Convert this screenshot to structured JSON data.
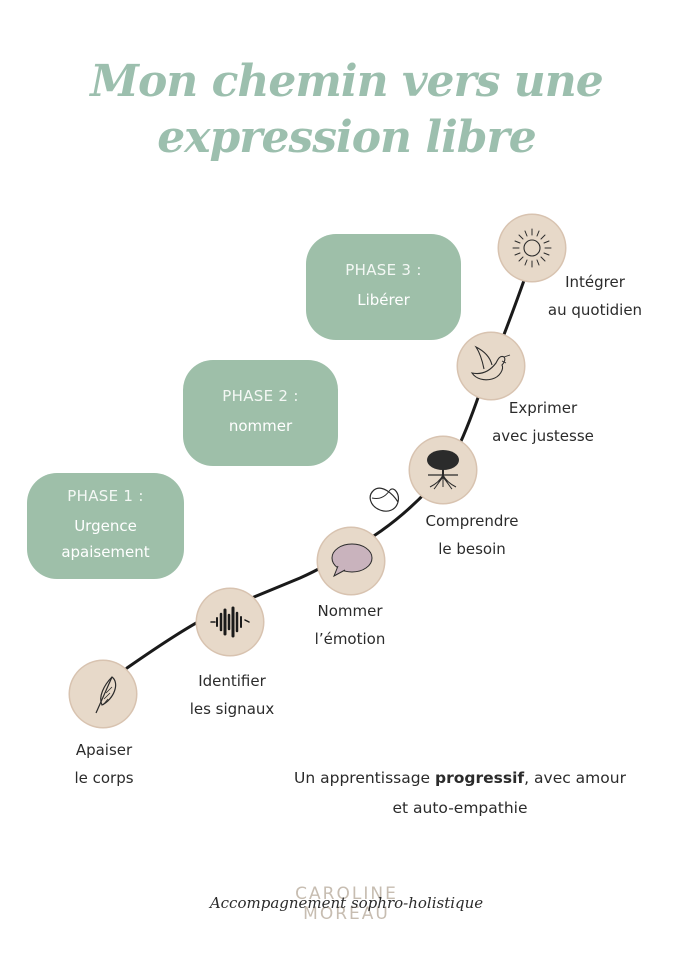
{
  "title": {
    "line1": "Mon chemin vers une",
    "line2": "expression libre"
  },
  "phases": [
    {
      "label": "PHASE 1 :",
      "name_line1": "Urgence",
      "name_line2": "apaisement"
    },
    {
      "label": "PHASE 2 :",
      "name_line1": "nommer",
      "name_line2": ""
    },
    {
      "label": "PHASE 3 :",
      "name_line1": "Libérer",
      "name_line2": ""
    }
  ],
  "steps": [
    {
      "line1": "Apaiser",
      "line2": "le corps",
      "icon": "feather-icon"
    },
    {
      "line1": "Identifier",
      "line2": "les signaux",
      "icon": "soundwave-icon"
    },
    {
      "line1": "Nommer",
      "line2": "l’émotion",
      "icon": "speech-bubble-icon"
    },
    {
      "line1": "Comprendre",
      "line2": "le besoin",
      "icon": "tree-icon"
    },
    {
      "line1": "Exprimer",
      "line2": "avec justesse",
      "icon": "dove-icon"
    },
    {
      "line1": "Intégrer",
      "line2": "au quotidien",
      "icon": "sun-icon"
    }
  ],
  "tagline": {
    "before": "Un apprentissage ",
    "bold": "progressif",
    "after": ", avec amour",
    "line2": "et auto-empathie"
  },
  "brand": {
    "name_line1": "CAROLINE",
    "name_line2": "MOREAU",
    "script": "Accompagnement sophro-holistique"
  },
  "colors": {
    "sage": "#9ebfa9",
    "title": "#9cbfae",
    "node": "#e7d9c9",
    "text": "#2b2b2b"
  }
}
